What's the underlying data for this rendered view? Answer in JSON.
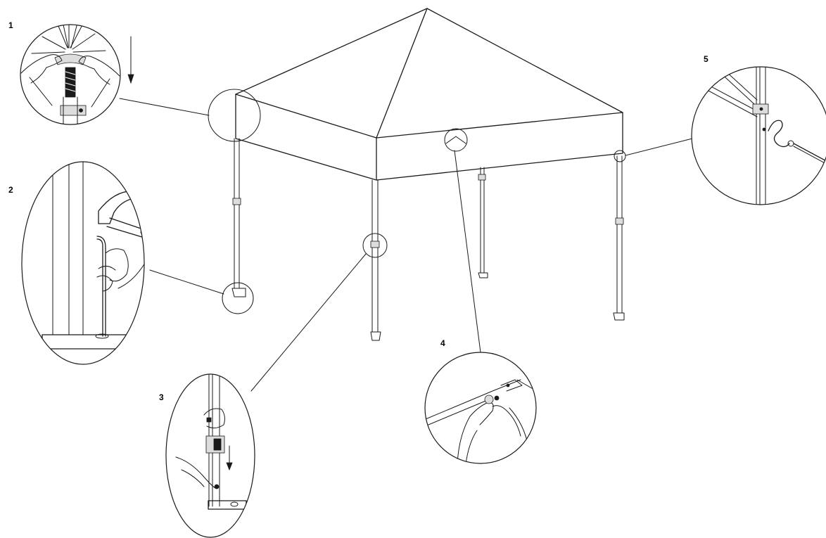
{
  "steps": [
    {
      "number": "1"
    },
    {
      "number": "2"
    },
    {
      "number": "3"
    },
    {
      "number": "4"
    },
    {
      "number": "5"
    }
  ],
  "colors": {
    "line": "#1a1a1a",
    "background": "#ffffff"
  }
}
